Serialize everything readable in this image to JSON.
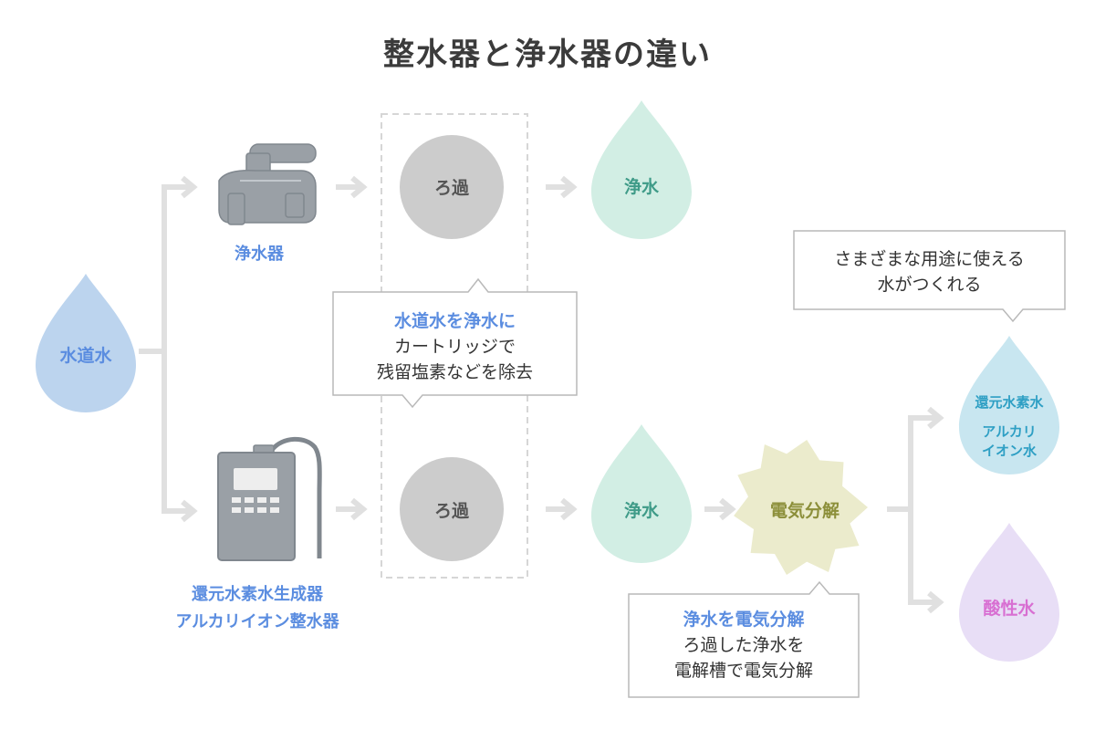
{
  "title": "整水器と浄水器の違い",
  "source": {
    "label": "水道水"
  },
  "purifier": {
    "device_label": "浄水器",
    "filter_label": "ろ過",
    "output_label": "浄水"
  },
  "ionizer": {
    "device_label_line1": "還元水素水生成器",
    "device_label_line2": "アルカリイオン整水器",
    "filter_label": "ろ過",
    "filtered_label": "浄水",
    "electrolysis_label": "電気分解",
    "output_alkaline_line1": "還元水素水",
    "output_alkaline_line2": "アルカリ",
    "output_alkaline_line3": "イオン水",
    "output_acidic": "酸性水"
  },
  "callouts": {
    "filter": {
      "heading": "水道水を浄水に",
      "line1": "カートリッジで",
      "line2": "残留塩素などを除去"
    },
    "electrolysis": {
      "heading": "浄水を電気分解",
      "line1": "ろ過した浄水を",
      "line2": "電解槽で電気分解"
    },
    "uses": {
      "line1": "さまざまな用途に使える",
      "line2": "水がつくれる"
    }
  },
  "colors": {
    "tap_water": "#bcd4ee",
    "purified_water": "#d2eee4",
    "alkaline_water": "#c8e6f0",
    "acidic_water": "#e8def6",
    "electrolysis_burst": "#ebebcc",
    "filter_circle": "#cccccc",
    "arrow": "#e0e0e0",
    "blue_text": "#5b8de0",
    "teal_text": "#3f9b88",
    "cyan_text": "#2e9fc4",
    "olive_text": "#8c8f3a",
    "pink_text": "#d86fd2"
  },
  "icons": [
    "faucet-purifier-icon",
    "ionizer-device-icon"
  ]
}
